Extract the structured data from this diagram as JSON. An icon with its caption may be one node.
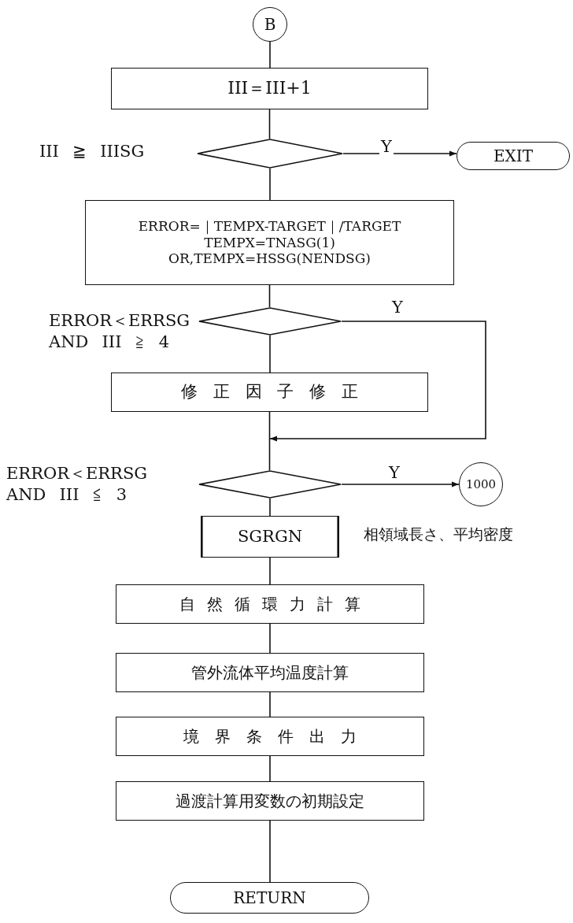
{
  "diagram": {
    "nodes": [
      {
        "text": [
          "B"
        ]
      },
      {
        "text": [
          "III＝III+1"
        ]
      },
      {
        "text": [],
        "shape": "diamond",
        "beside": [
          "III ≧ IIISG"
        ]
      },
      {
        "text": [
          "EXIT"
        ]
      },
      {
        "text": [
          "ERROR=｜TEMPX-TARGET｜/TARGET",
          "TEMPX=TNASG(1)",
          "OR,TEMPX=HSSG(NENDSG)"
        ]
      },
      {
        "text": [],
        "shape": "diamond",
        "beside": [
          "ERROR＜ERRSG AND III ≧ 4"
        ]
      },
      {
        "text": [
          "修正因子修正"
        ]
      },
      {
        "text": [],
        "shape": "diamond",
        "beside": [
          "ERROR＜ERRSG AND III ≦ 3"
        ]
      },
      {
        "text": [
          "1000"
        ]
      },
      {
        "text": [
          "SGRGN"
        ],
        "beside": [
          "相領域長さ、平均密度"
        ]
      },
      {
        "text": [
          "自然循環力計算"
        ]
      },
      {
        "text": [
          "管外流体平均温度計算"
        ]
      },
      {
        "text": [
          "境界条件出力"
        ]
      },
      {
        "text": [
          "過渡計算用変数の初期設定"
        ]
      },
      {
        "text": [
          "RETURN"
        ]
      }
    ],
    "edges": [
      {
        "from": 0,
        "to": 1,
        "arrow": "none"
      },
      {
        "from": 1,
        "to": 2,
        "arrow": "none"
      },
      {
        "from": 2,
        "to": 3,
        "arrow": "to",
        "label": "Y"
      },
      {
        "from": 2,
        "to": 4,
        "arrow": "none"
      },
      {
        "from": 4,
        "to": 5,
        "arrow": "none"
      },
      {
        "from": 5,
        "to": 6,
        "arrow": "none"
      },
      {
        "from": 5,
        "to": null,
        "arrow": "to",
        "label": "Y"
      },
      {
        "from": 6,
        "to": 7,
        "arrow": "none"
      },
      {
        "from": 7,
        "to": 8,
        "arrow": "to",
        "label": "Y"
      },
      {
        "from": 7,
        "to": 9,
        "arrow": "none"
      },
      {
        "from": 9,
        "to": 10,
        "arrow": "none"
      },
      {
        "from": 10,
        "to": 11,
        "arrow": "none"
      },
      {
        "from": 11,
        "to": 12,
        "arrow": "none"
      },
      {
        "from": 12,
        "to": 13,
        "arrow": "none"
      },
      {
        "from": 13,
        "to": 14,
        "arrow": "none"
      }
    ]
  }
}
